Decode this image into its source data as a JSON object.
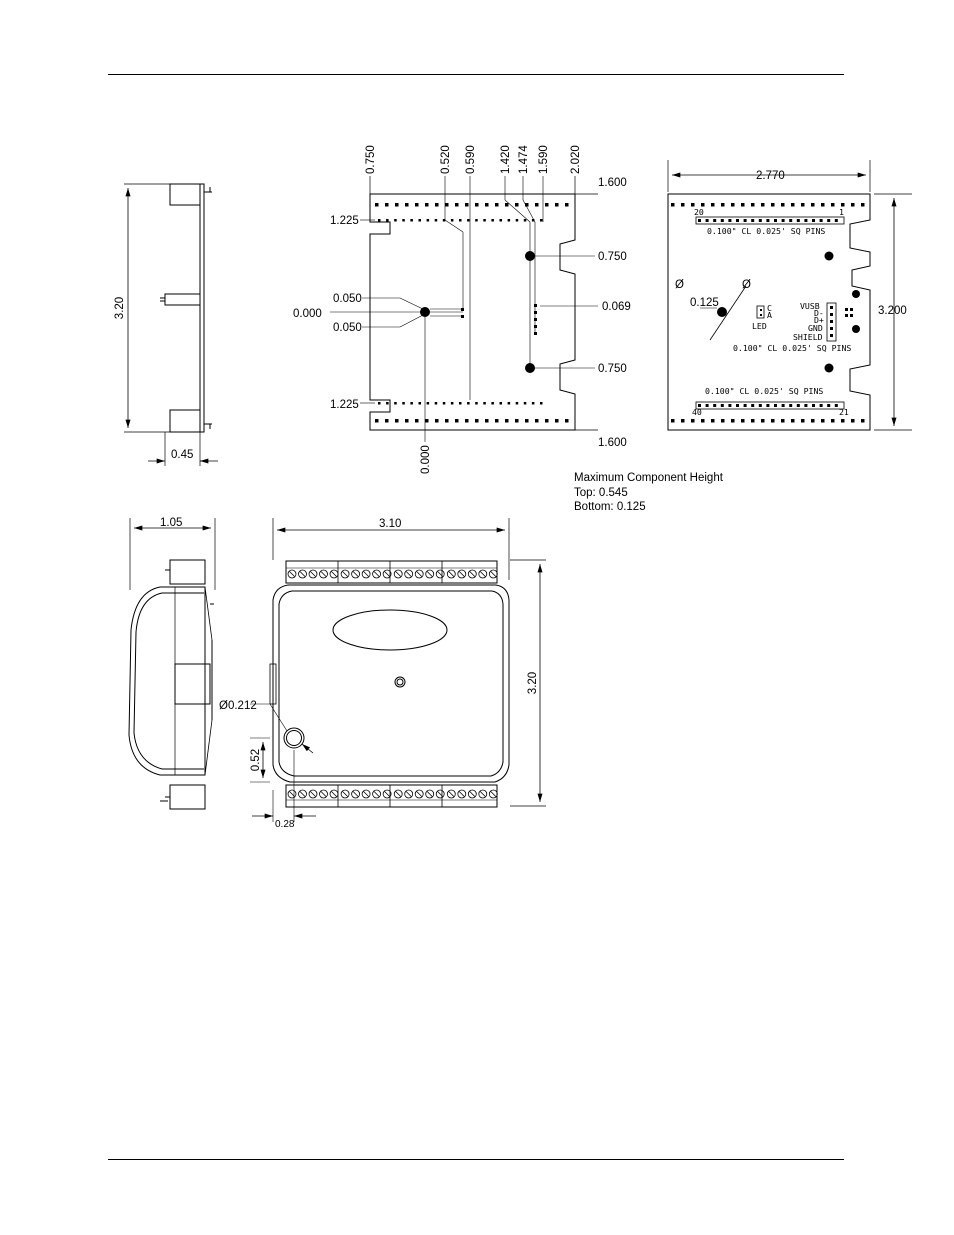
{
  "drawing": {
    "side_view": {
      "height": "3.20",
      "thickness": "0.45"
    },
    "board_top": {
      "top_ruler": [
        "0.750",
        "0.520",
        "0.590",
        "1.420",
        "1.474",
        "1.590",
        "2.020"
      ],
      "edge_top": "1.600",
      "edge_bottom": "1.600",
      "row_top": "1.225",
      "row_bottom": "1.225",
      "offset_upper": "0.050",
      "origin_y": "0.000",
      "offset_lower": "0.050",
      "origin_x": "0.000",
      "header_spacing": "0.069",
      "hole_upper": "0.750",
      "hole_lower": "0.750"
    },
    "board_pinout": {
      "width": "2.770",
      "height": "3.200",
      "hole_diameter": "0.125",
      "diameter_symbol": "Ø",
      "pin_20": "20",
      "pin_1": "1",
      "pin_40": "40",
      "pin_21": "21",
      "pins_upper": "0.100\" CL 0.025' SQ PINS",
      "pins_middle": "0.100\" CL 0.025' SQ PINS",
      "pins_lower": "0.100\" CL 0.025' SQ PINS",
      "usb_labels": [
        "VUSB",
        "D-",
        "D+",
        "GND",
        "SHIELD"
      ],
      "led_label": "LED",
      "led_pin_c": "C",
      "led_pin_a": "A"
    },
    "enclosure_side": {
      "depth": "1.05"
    },
    "enclosure_top": {
      "width": "3.10",
      "height": "3.20",
      "hole_diameter": "0.212",
      "hole_y": "0.52",
      "hole_x": "0.28"
    },
    "component_height": {
      "title": "Maximum Component Height",
      "top": "Top: 0.545",
      "bottom": "Bottom: 0.125"
    }
  }
}
